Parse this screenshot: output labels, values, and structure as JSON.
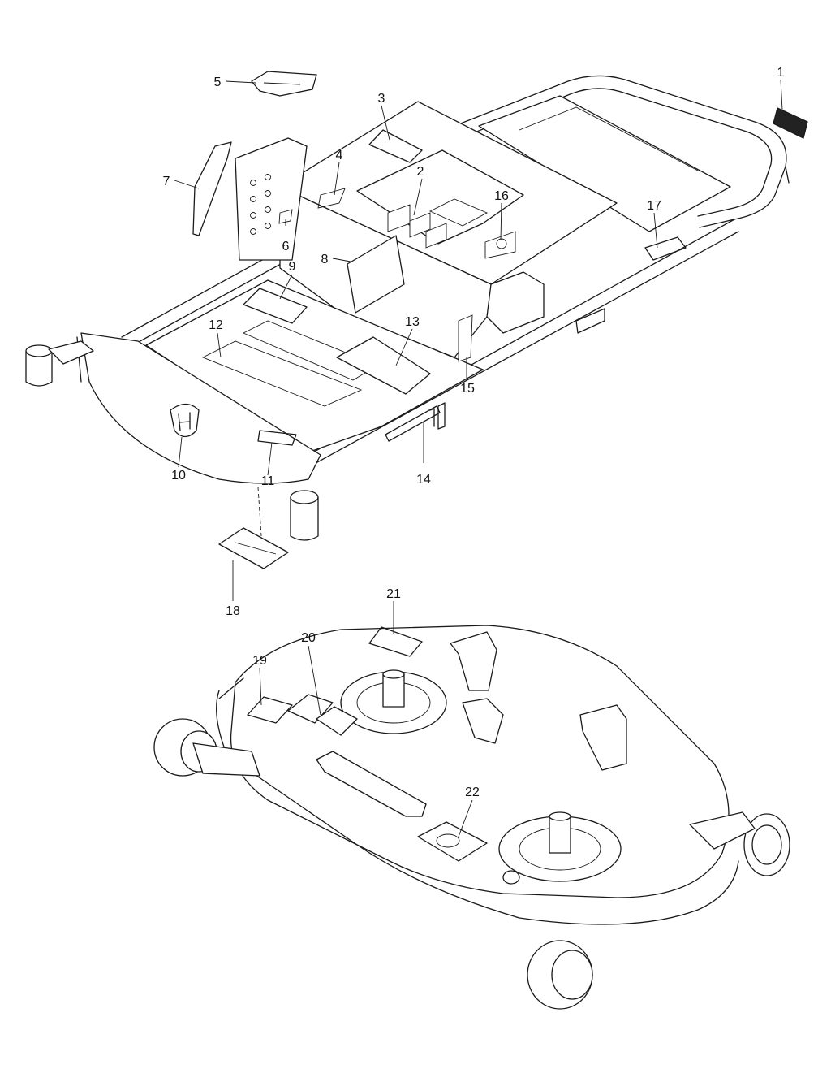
{
  "callouts": [
    {
      "id": "1",
      "label": "1"
    },
    {
      "id": "2",
      "label": "2"
    },
    {
      "id": "3",
      "label": "3"
    },
    {
      "id": "4",
      "label": "4"
    },
    {
      "id": "5",
      "label": "5"
    },
    {
      "id": "6",
      "label": "6"
    },
    {
      "id": "7",
      "label": "7"
    },
    {
      "id": "8",
      "label": "8"
    },
    {
      "id": "9",
      "label": "9"
    },
    {
      "id": "10",
      "label": "10"
    },
    {
      "id": "11",
      "label": "11"
    },
    {
      "id": "12",
      "label": "12"
    },
    {
      "id": "13",
      "label": "13"
    },
    {
      "id": "14",
      "label": "14"
    },
    {
      "id": "15",
      "label": "15"
    },
    {
      "id": "16",
      "label": "16"
    },
    {
      "id": "17",
      "label": "17"
    },
    {
      "id": "18",
      "label": "18"
    },
    {
      "id": "19",
      "label": "19"
    },
    {
      "id": "20",
      "label": "20"
    },
    {
      "id": "21",
      "label": "21"
    },
    {
      "id": "22",
      "label": "22"
    }
  ],
  "colors": {
    "line": "#1a1a1a",
    "background": "#ffffff",
    "decal": "#222222"
  }
}
